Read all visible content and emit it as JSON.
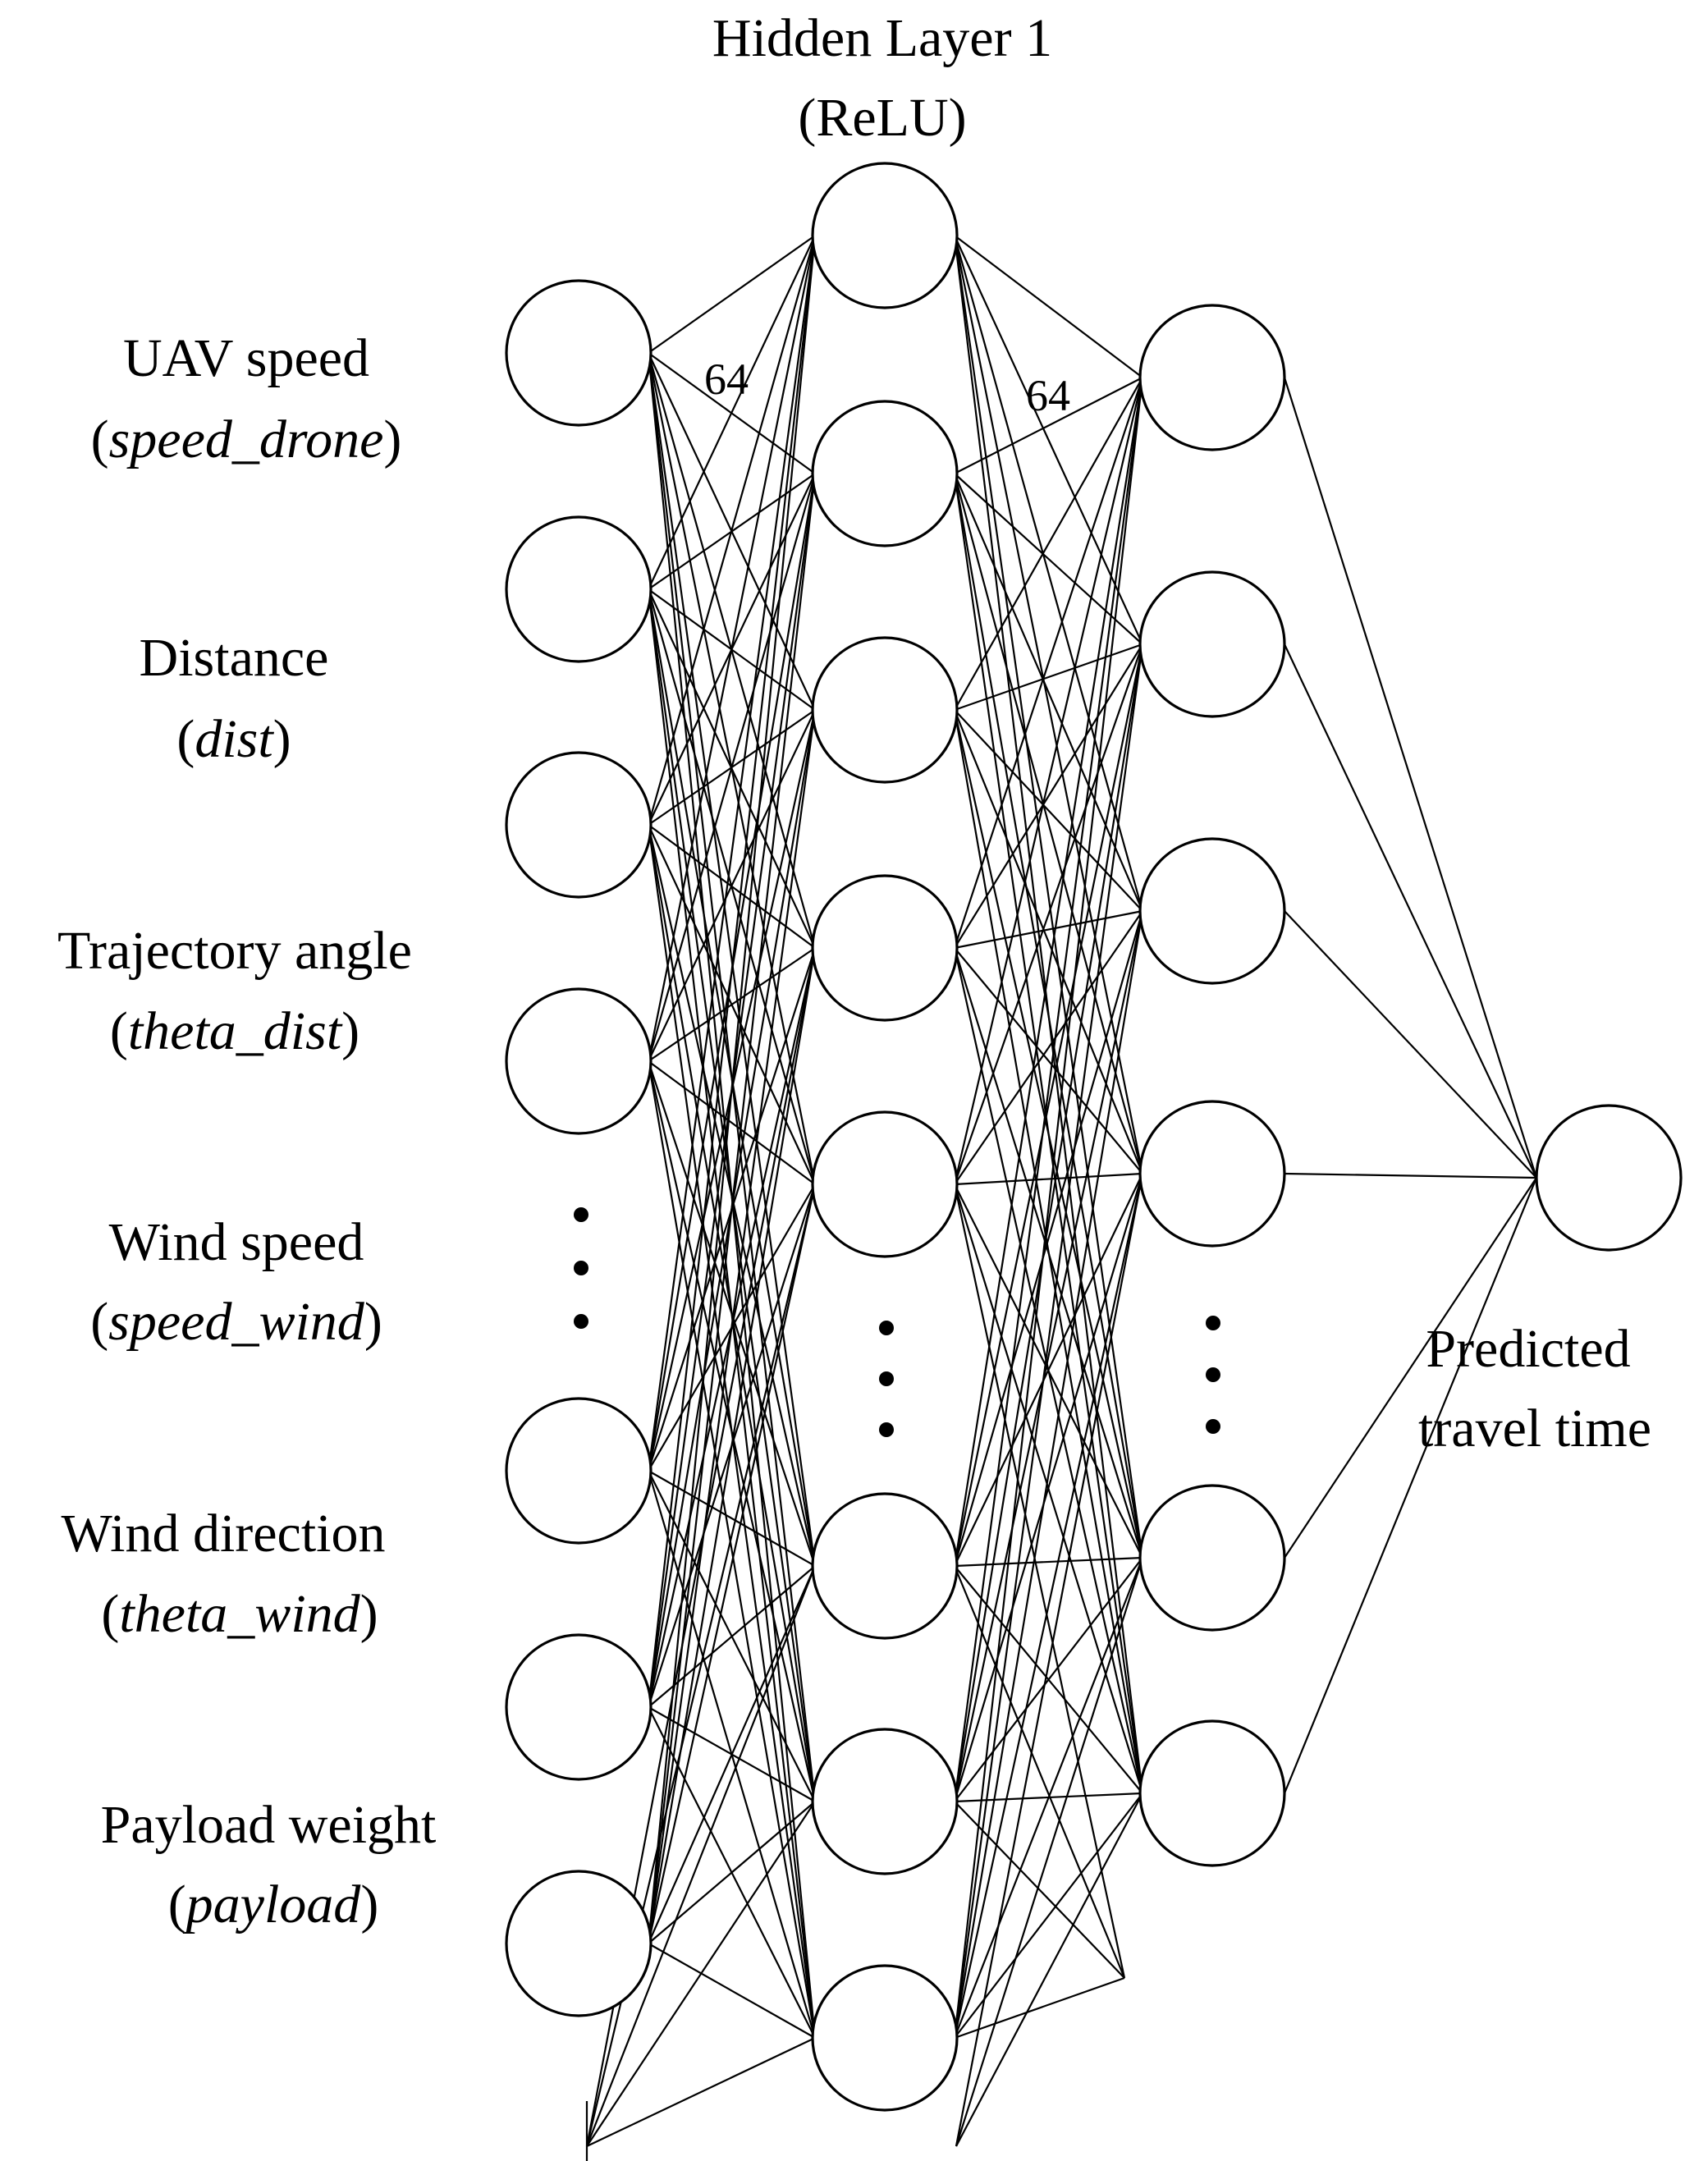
{
  "hidden_layer": {
    "title": "Hidden Layer 1",
    "activation": "(ReLU)"
  },
  "edge_labels": {
    "input_to_hidden1": "64",
    "hidden1_to_hidden2": "64"
  },
  "inputs": [
    {
      "name": "UAV speed",
      "var": "speed_drone"
    },
    {
      "name": "Distance",
      "var": "dist"
    },
    {
      "name": "Trajectory angle",
      "var": "theta_dist"
    },
    {
      "name": "Wind speed",
      "var": "speed_wind"
    },
    {
      "name": "Wind direction",
      "var": "theta_wind"
    },
    {
      "name": "Payload weight",
      "var": "payload"
    }
  ],
  "output": {
    "line1": "Predicted",
    "line2": "travel time"
  },
  "paren_open": "(",
  "paren_close": ")"
}
